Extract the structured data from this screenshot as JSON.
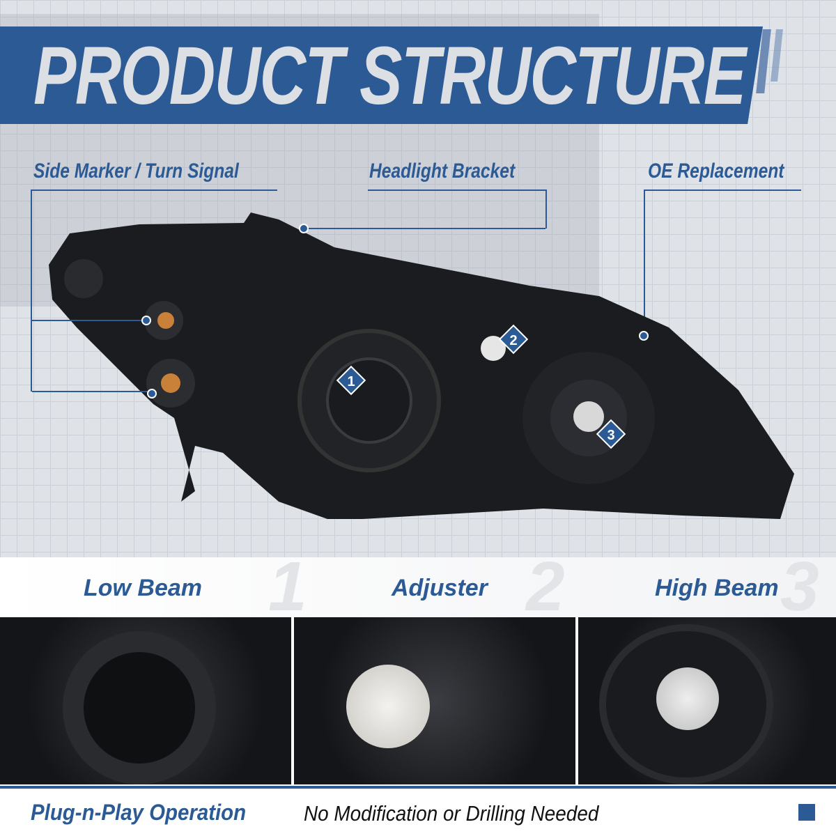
{
  "title": "PRODUCT STRUCTURE",
  "callouts": [
    "Side Marker / Turn Signal",
    "Headlight Bracket",
    "OE Replacement"
  ],
  "markers": [
    "1",
    "2",
    "3"
  ],
  "features": [
    {
      "label": "Low Beam",
      "number": "1"
    },
    {
      "label": "Adjuster",
      "number": "2"
    },
    {
      "label": "High Beam",
      "number": "3"
    }
  ],
  "footer": {
    "headline": "Plug-n-Play Operation",
    "subtext": "No Modification or Drilling Needed"
  },
  "colors": {
    "brand": "#2c5a94"
  }
}
